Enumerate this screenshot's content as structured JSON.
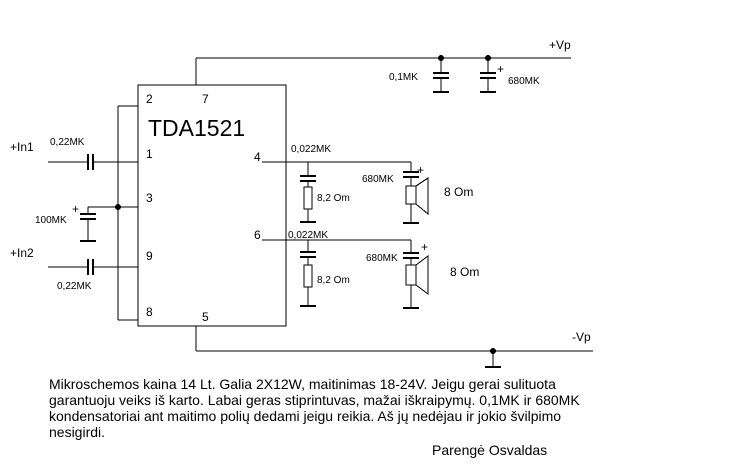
{
  "schematic": {
    "chip_name": "TDA1521",
    "supply_pos": "+Vp",
    "supply_neg": "-Vp",
    "input1": "+In1",
    "input2": "+In2",
    "pins": {
      "p1": "1",
      "p2": "2",
      "p3": "3",
      "p4": "4",
      "p5": "5",
      "p6": "6",
      "p7": "7",
      "p8": "8",
      "p9": "9"
    },
    "components": {
      "c_supply_small": "0,1MK",
      "c_supply_big": "680MK",
      "c_in1": "0,22MK",
      "c_in2": "0,22MK",
      "c_ref": "100MK",
      "c_out1_zobel": "0,022MK",
      "c_out2_zobel": "0,022MK",
      "r_out1": "8,2 Om",
      "r_out2": "8,2 Om",
      "c_out1": "680MK",
      "c_out2": "680MK",
      "speaker1": "8 Om",
      "speaker2": "8 Om"
    },
    "polarity_mark": "+"
  },
  "note": {
    "text": "Mikroschemos kaina 14 Lt. Galia 2X12W, maitinimas 18-24V. Jeigu gerai sulituota garantuoju veiks iš karto. Labai geras stiprintuvas, mažai iškraipymų. 0,1MK ir 680MK kondensatoriai ant maitimo polių dedami jeigu reikia. Aš jų nedėjau ir jokio švilpimo nesigirdi.",
    "author": "Parengė Osvaldas"
  }
}
